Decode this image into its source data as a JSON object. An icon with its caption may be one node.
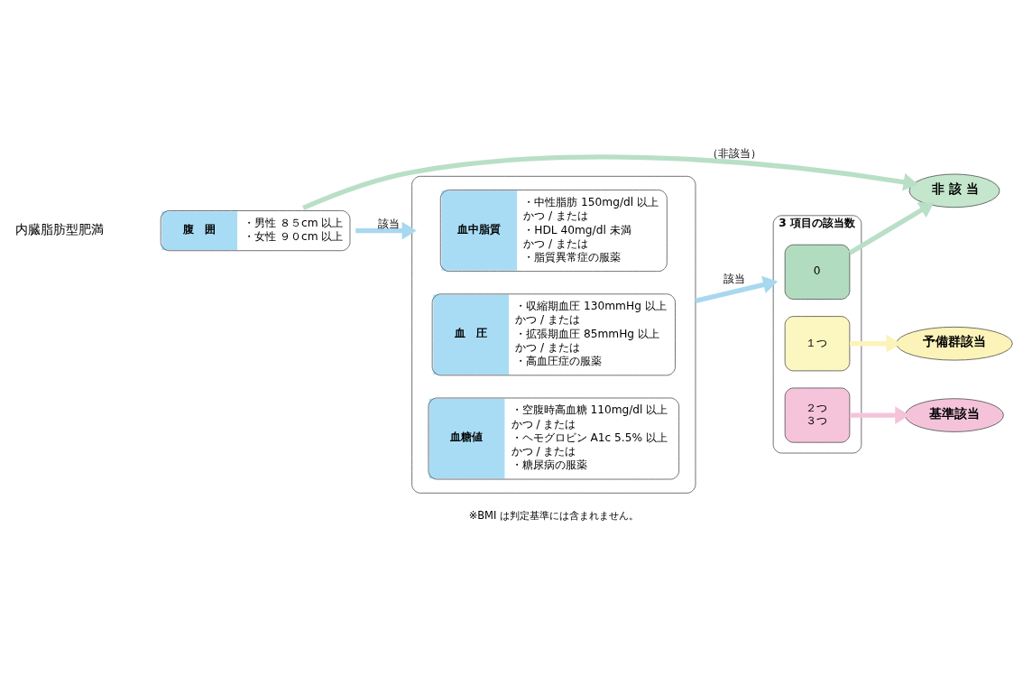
{
  "diagram": {
    "nodes": [
      {
        "text": [
          "腹　囲",
          "・男性 ８５cm 以上",
          "・女性 ９０cm 以上"
        ]
      },
      {
        "text": [
          "非 該 当"
        ]
      },
      {
        "text": [],
        "shape": "box"
      },
      {
        "text": [
          "血中脂質",
          "・中性脂肪 150mg/dl 以上",
          "かつ / または",
          "・HDL 40mg/dl 未満",
          "かつ / または",
          "・脂質異常症の服薬"
        ],
        "in": 2
      },
      {
        "text": [
          "血　圧",
          "・収縮期血圧 130mmHg 以上",
          "かつ / または",
          "・拡張期血圧 85mmHg 以上",
          "かつ / または",
          "・高血圧症の服薬"
        ],
        "in": 2
      },
      {
        "text": [
          "血糖値",
          "・空腹時高血糖 110mg/dl 以上",
          "かつ / または",
          "・ヘモグロビン A1c 5.5% 以上",
          "かつ / または",
          "・糖尿病の服薬"
        ],
        "in": 2
      },
      {
        "text": [
          "3 項目の該当数"
        ]
      },
      {
        "text": [
          "0"
        ],
        "in": 6
      },
      {
        "text": [
          "１つ"
        ],
        "in": 6
      },
      {
        "text": [
          "２つ",
          "３つ"
        ],
        "in": 6
      },
      {
        "text": [
          "予備群該当"
        ]
      },
      {
        "text": [
          "基準該当"
        ]
      }
    ],
    "edges": [
      {
        "from": 0,
        "to": 1,
        "arrow": "to",
        "label": "（非該当）",
        "color": "#b9dfc6"
      },
      {
        "from": 0,
        "to": 2,
        "arrow": "to",
        "label": "該当",
        "color": "#a8d8f0"
      },
      {
        "from": 2,
        "to": 6,
        "arrow": "to",
        "label": "該当",
        "color": "#a8d8f0"
      },
      {
        "from": 7,
        "to": 1,
        "arrow": "to",
        "color": "#b9dfc6"
      },
      {
        "from": 8,
        "to": 10,
        "arrow": "to",
        "color": "#fbf3b8"
      },
      {
        "from": 9,
        "to": 11,
        "arrow": "to",
        "color": "#f4c3da"
      }
    ],
    "labels": [
      "内臓脂肪型肥満",
      "※BMI は判定基準には含まれません。"
    ]
  }
}
